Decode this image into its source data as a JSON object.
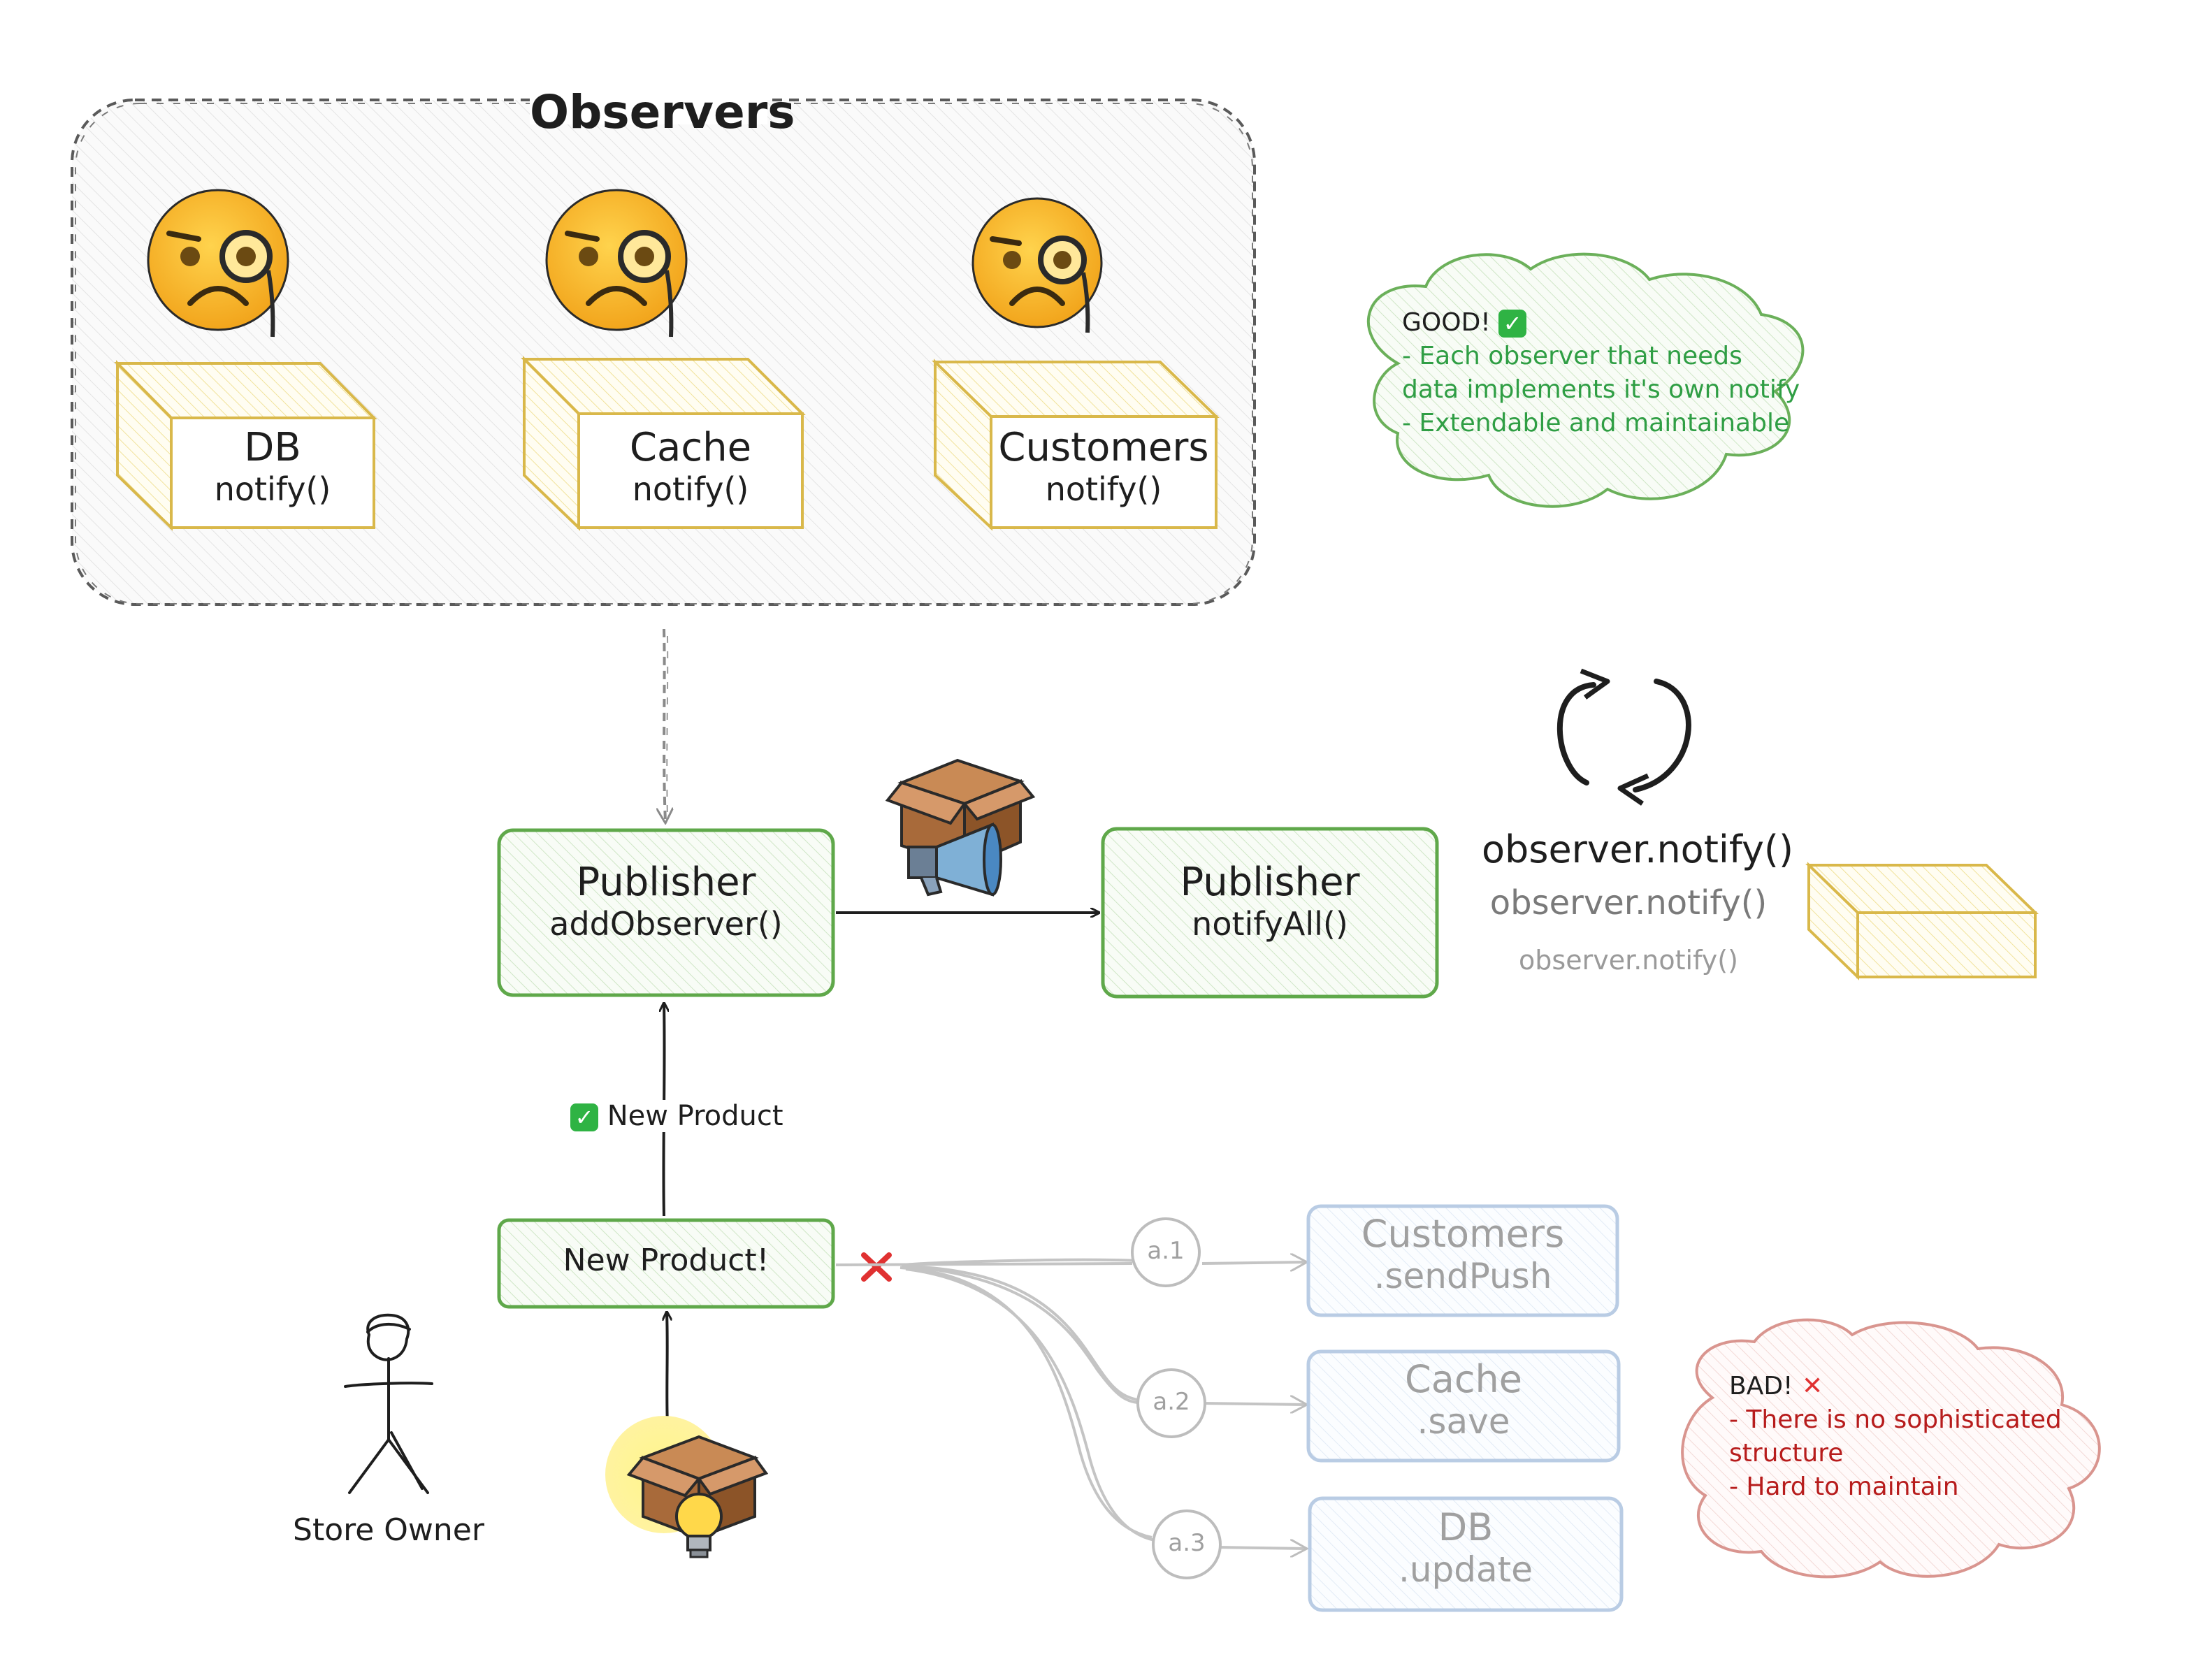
{
  "observers_group": {
    "title": "Observers",
    "items": [
      {
        "name": "DB",
        "method": "notify()"
      },
      {
        "name": "Cache",
        "method": "notify()"
      },
      {
        "name": "Customers",
        "method": "notify()"
      }
    ]
  },
  "good_note": {
    "heading": "GOOD!",
    "lines": [
      "- Each observer that needs",
      "data implements it's own notify",
      "- Extendable and maintainable"
    ]
  },
  "publisher_left": {
    "title": "Publisher",
    "method": "addObserver()"
  },
  "publisher_right": {
    "title": "Publisher",
    "method": "notifyAll()"
  },
  "notify_calls": [
    "observer.notify()",
    "observer.notify()",
    "observer.notify()"
  ],
  "new_product_edge": {
    "label": "New Product"
  },
  "new_product_box": {
    "label": "New Product!"
  },
  "store_owner": {
    "label": "Store Owner"
  },
  "bad_paths": [
    {
      "step": "a.1",
      "title": "Customers",
      "method": ".sendPush"
    },
    {
      "step": "a.2",
      "title": "Cache",
      "method": ".save"
    },
    {
      "step": "a.3",
      "title": "DB",
      "method": ".update"
    }
  ],
  "bad_note": {
    "heading": "BAD!",
    "lines": [
      "- There is no sophisticated",
      "structure",
      "- Hard to maintain"
    ]
  },
  "colors": {
    "observer_box": "#e0c050",
    "publisher_box": "#5fa84a",
    "bad_target_box": "#b9cce4",
    "good_text": "#2f9e44",
    "bad_text": "#b71c1c",
    "good_cloud": "#6bb05a",
    "bad_cloud": "#d9958f"
  }
}
